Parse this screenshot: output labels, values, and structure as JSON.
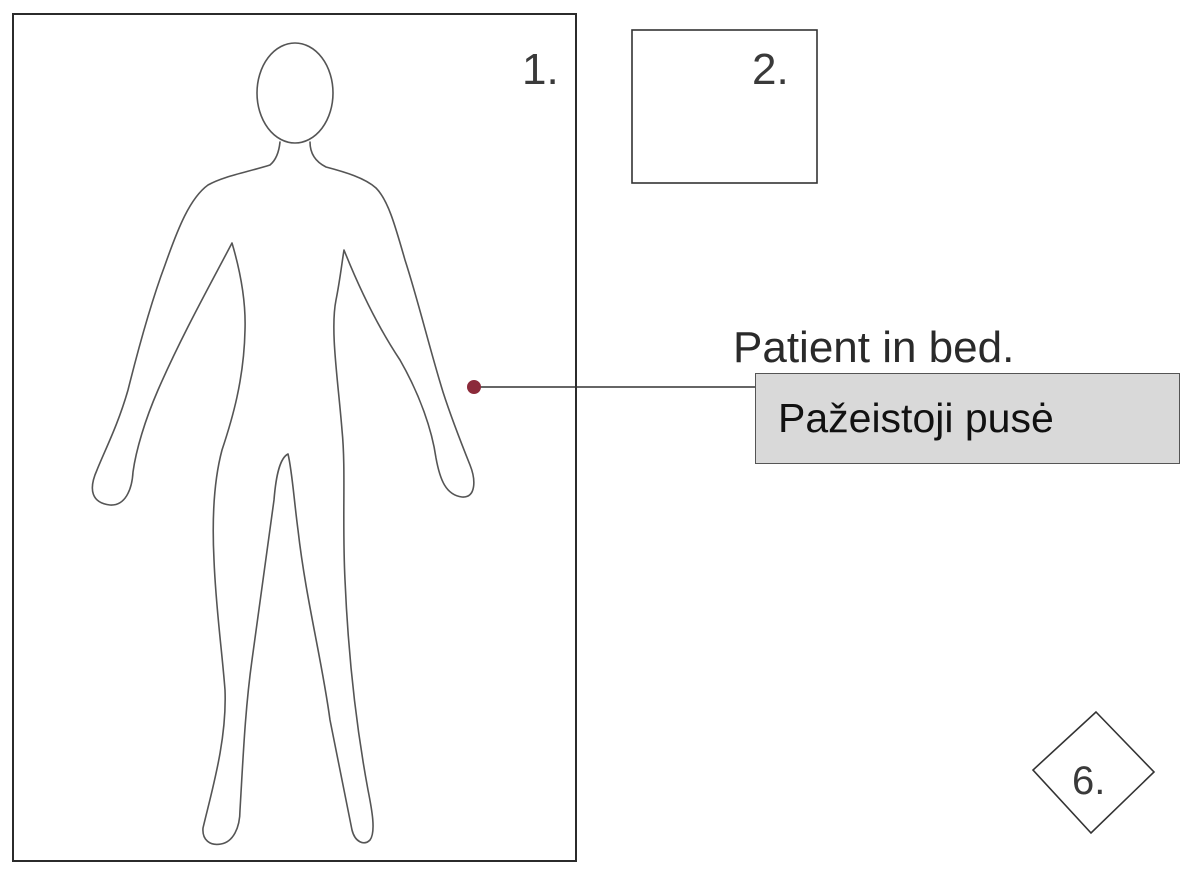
{
  "panels": {
    "bed_panel_number": "1.",
    "box_panel_number": "2.",
    "diamond_number": "6."
  },
  "caption": "Patient in bed.",
  "callout": {
    "text": "Pažeistoji pusė"
  },
  "colors": {
    "marker_dot": "#8b2a3a",
    "callout_background": "#d9d9d9",
    "line": "#333333"
  },
  "icons": {
    "figure": "human-body-outline-icon",
    "marker": "dot-marker-icon"
  }
}
